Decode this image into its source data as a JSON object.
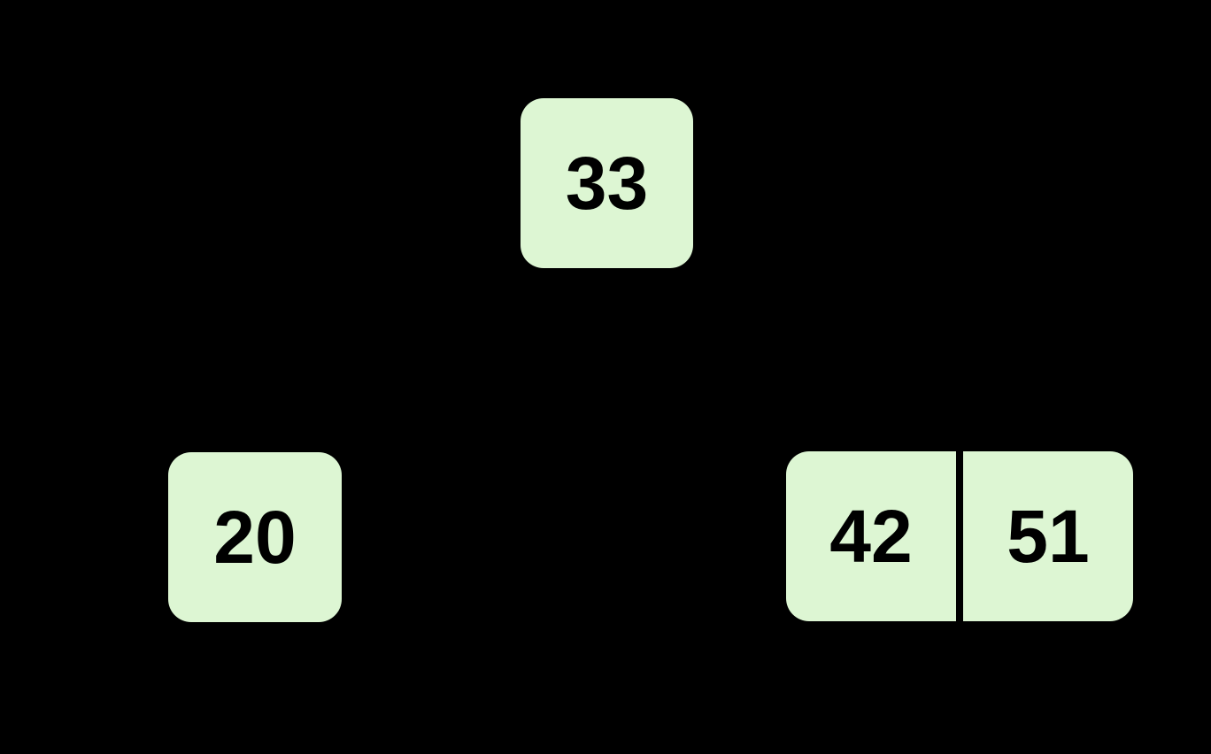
{
  "colors": {
    "background": "#000000",
    "node-fill": "#ddf6d3",
    "node-text": "#000000",
    "divider": "#000000"
  },
  "tree": {
    "kind": "b-tree-diagram",
    "edges_visible": false,
    "root": {
      "keys": [
        "33"
      ]
    },
    "children": [
      {
        "keys": [
          "20"
        ]
      },
      {
        "keys": [
          "42",
          "51"
        ]
      }
    ]
  }
}
